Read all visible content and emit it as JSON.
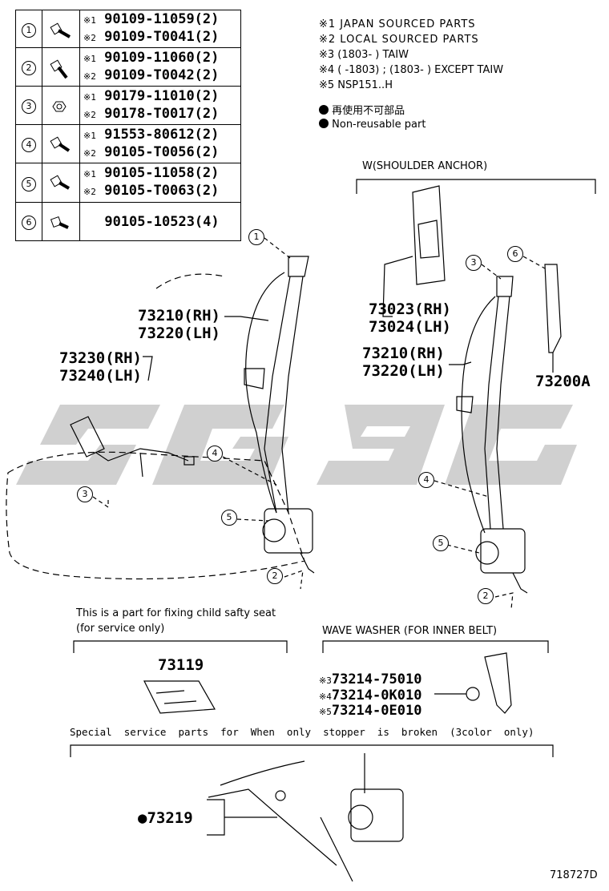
{
  "parts_table": [
    {
      "index": "1",
      "icon": "bolt-icon",
      "lines": [
        {
          "mark": "※1",
          "part": "90109-11059(2)"
        },
        {
          "mark": "※2",
          "part": "90109-T0041(2)"
        }
      ]
    },
    {
      "index": "2",
      "icon": "bolt-icon",
      "lines": [
        {
          "mark": "※1",
          "part": "90109-11060(2)"
        },
        {
          "mark": "※2",
          "part": "90109-T0042(2)"
        }
      ]
    },
    {
      "index": "3",
      "icon": "nut-icon",
      "lines": [
        {
          "mark": "※1",
          "part": "90179-11010(2)"
        },
        {
          "mark": "※2",
          "part": "90178-T0017(2)"
        }
      ]
    },
    {
      "index": "4",
      "icon": "bolt-icon",
      "lines": [
        {
          "mark": "※1",
          "part": "91553-80612(2)"
        },
        {
          "mark": "※2",
          "part": "90105-T0056(2)"
        }
      ]
    },
    {
      "index": "5",
      "icon": "bolt-icon",
      "lines": [
        {
          "mark": "※1",
          "part": "90105-11058(2)"
        },
        {
          "mark": "※2",
          "part": "90105-T0063(2)"
        }
      ]
    },
    {
      "index": "6",
      "icon": "bolt-icon",
      "lines": [
        {
          "mark": "",
          "part": "90105-10523(4)"
        }
      ]
    }
  ],
  "notes": {
    "n1": "※1 JAPAN SOURCED PARTS",
    "n2": "※2 LOCAL SOURCED PARTS",
    "n3": "※3 (1803-      ) TAIW",
    "n4": "※4 (      -1803) ; (1803-      ) EXCEPT TAIW",
    "n5": "※5 NSP151..H",
    "legend_jp": "再使用不可部品",
    "legend_en": "Non-reusable part"
  },
  "labels": {
    "shoulder_anchor": "W(SHOULDER ANCHOR)",
    "belt_left_rh": "73210(RH)",
    "belt_left_lh": "73220(LH)",
    "buckle_rh": "73230(RH)",
    "buckle_lh": "73240(LH)",
    "cover_rh": "73023(RH)",
    "cover_lh": "73024(LH)",
    "belt_right_rh": "73210(RH)",
    "belt_right_lh": "73220(LH)",
    "anchor_part": "73200A",
    "child_seat_note_1": "This is a part for fixing child safty seat",
    "child_seat_note_2": "(for service only)",
    "child_seat_part": "73119",
    "wave_washer": "WAVE WASHER (FOR INNER BELT)",
    "washer_mark_3": "※3",
    "washer_part_3": "73214-75010",
    "washer_mark_4": "※4",
    "washer_part_4": "73214-0K010",
    "washer_mark_5": "※5",
    "washer_part_5": "73214-0E010",
    "special_note": "Special  service  parts  for  When  only  stopper  is  broken  (3color  only)",
    "stopper_part": "●73219",
    "diagram_code": "718727D"
  },
  "callouts": {
    "c1": "1",
    "c2": "2",
    "c3": "3",
    "c4": "4",
    "c5": "5",
    "c6": "6"
  }
}
